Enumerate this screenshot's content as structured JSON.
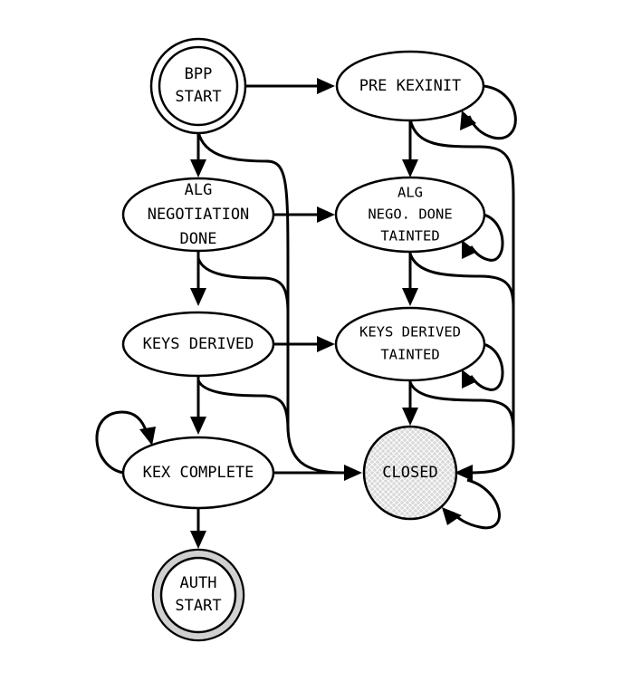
{
  "diagram": {
    "colors": {
      "stroke": "#000000",
      "node_fill": "#ffffff",
      "closed_fill": "#d8d8d8",
      "auth_ring": "#d0d0d0"
    },
    "nodes": {
      "bpp_start": [
        "BPP",
        "START"
      ],
      "pre_kexinit": [
        "PRE KEXINIT"
      ],
      "alg_negotiation_done": [
        "ALG",
        "NEGOTIATION",
        "DONE"
      ],
      "alg_nego_done_tainted": [
        "ALG",
        "NEGO. DONE",
        "TAINTED"
      ],
      "keys_derived": [
        "KEYS DERIVED"
      ],
      "keys_derived_tainted": [
        "KEYS DERIVED",
        "TAINTED"
      ],
      "kex_complete": [
        "KEX COMPLETE"
      ],
      "closed": [
        "CLOSED"
      ],
      "auth_start": [
        "AUTH",
        "START"
      ]
    }
  }
}
